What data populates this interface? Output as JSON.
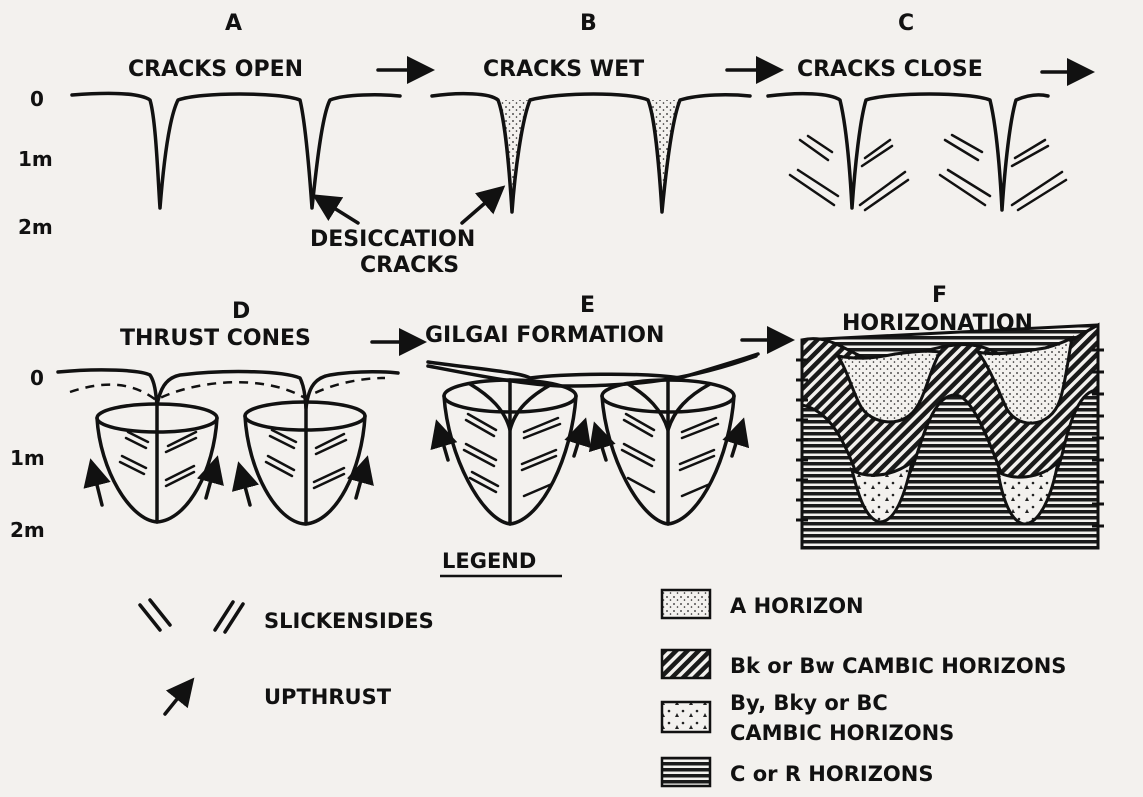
{
  "panels": {
    "a": {
      "letter": "A",
      "caption": "CRACKS OPEN"
    },
    "b": {
      "letter": "B",
      "caption": "CRACKS WET"
    },
    "c": {
      "letter": "C",
      "caption": "CRACKS CLOSE"
    },
    "d": {
      "letter": "D",
      "caption": "THRUST CONES"
    },
    "e": {
      "letter": "E",
      "caption": "GILGAI FORMATION"
    },
    "f": {
      "letter": "F",
      "caption": "HORIZONATION"
    }
  },
  "depth_labels": {
    "top_0": "0",
    "top_1m": "1m",
    "top_2m": "2m",
    "bottom_0": "0",
    "bottom_1m": "1m",
    "bottom_2m": "2m"
  },
  "annotation": {
    "line1": "DESICCATION",
    "line2": "CRACKS"
  },
  "legend": {
    "title": "LEGEND",
    "slickensides": "SLICKENSIDES",
    "upthrust": "UPTHRUST",
    "a_horizon": "A   HORIZON",
    "bk_bw": "Bk or Bw CAMBIC HORIZONS",
    "by_line1": "By, Bky or BC",
    "by_line2": "CAMBIC HORIZONS",
    "c_r": "C or R HORIZONS"
  },
  "colors": {
    "ink": "#111111",
    "paper": "#f3f1ee"
  }
}
